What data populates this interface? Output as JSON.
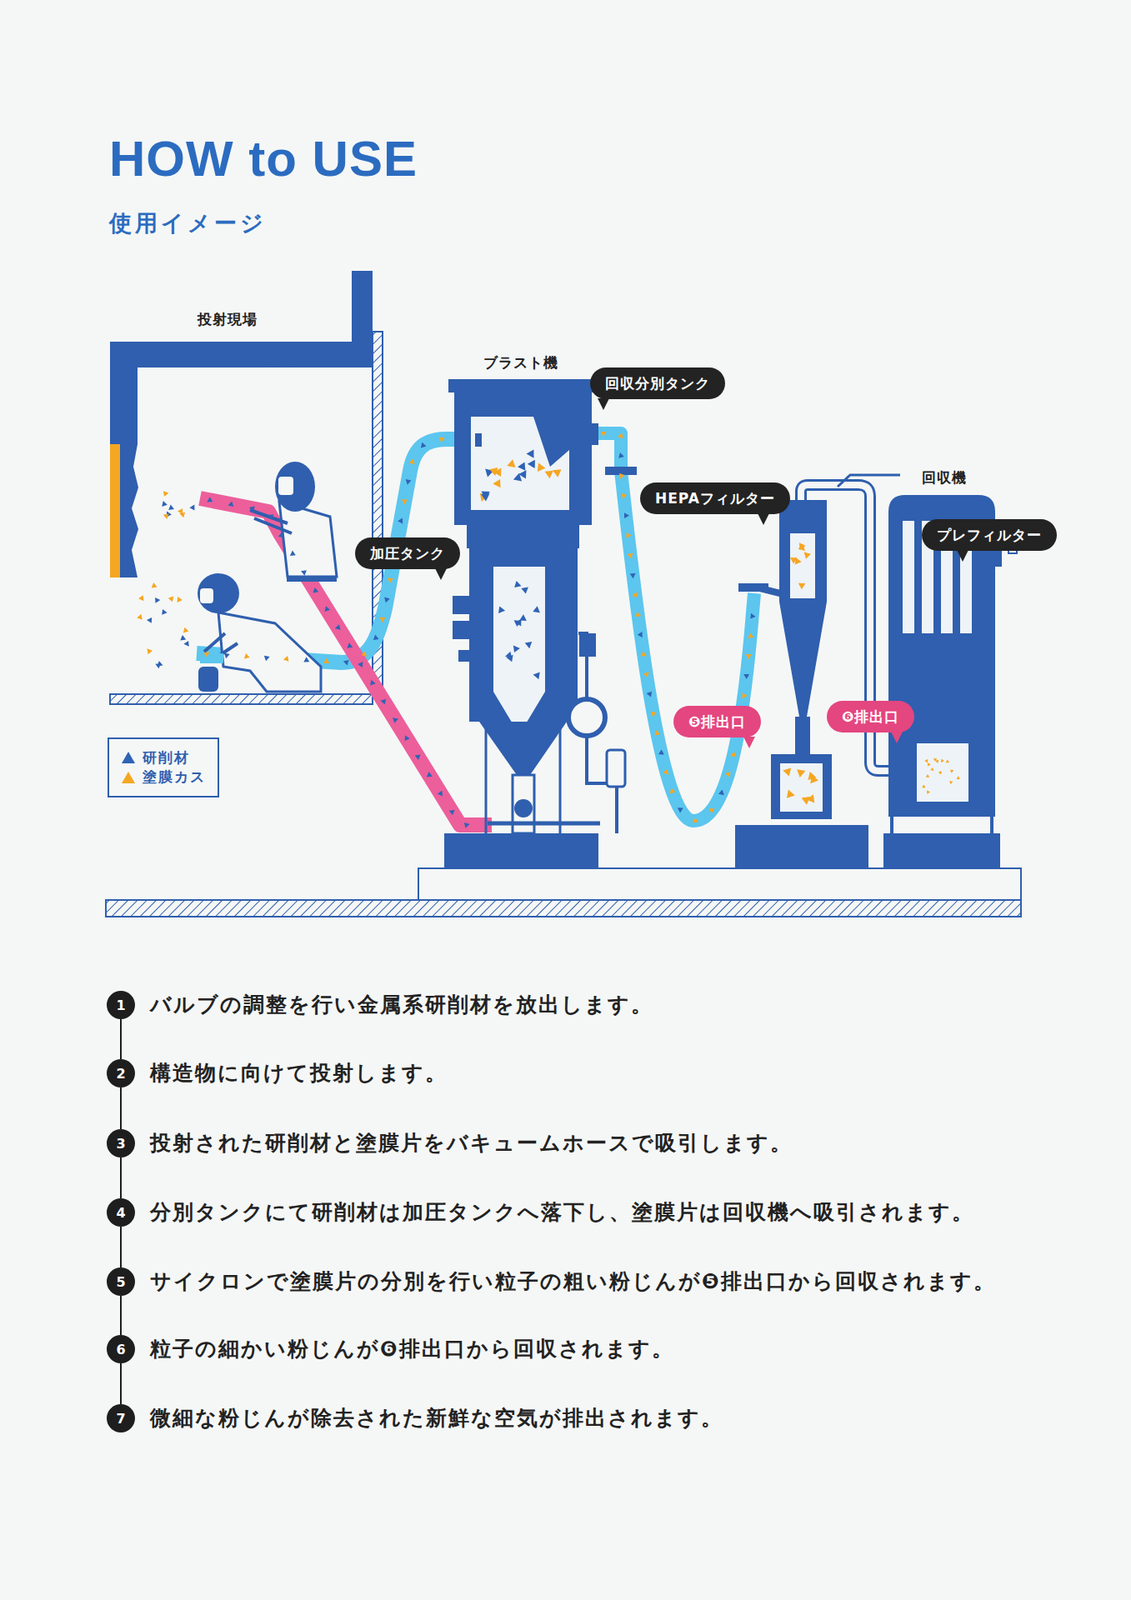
{
  "diagram": {
    "title": "HOW to USE",
    "nodes": [
      {
        "text": [
          "回収分別タンク"
        ]
      },
      {
        "text": [
          "HEPAフィルター"
        ]
      },
      {
        "text": [
          "プレフィルター"
        ]
      },
      {
        "text": [
          "加圧タンク"
        ]
      },
      {
        "text": [
          "❺排出口"
        ]
      },
      {
        "text": [
          "❻排出口"
        ]
      },
      {
        "text": [
          "1",
          "バルブの調整を行い金属系研削材を放出します。"
        ]
      },
      {
        "text": [
          "2",
          "構造物に向けて投射します。"
        ]
      },
      {
        "text": [
          "3",
          "投射された研削材と塗膜片をバキュームホースで吸引します。"
        ]
      },
      {
        "text": [
          "4",
          "分別タンクにて研削材は加圧タンクへ落下し、塗膜片は回収機へ吸引されます。"
        ]
      },
      {
        "text": [
          "5",
          "サイクロンで塗膜片の分別を行い粒子の粗い粉じんが❺排出口から回収されます。"
        ]
      },
      {
        "text": [
          "6",
          "粒子の細かい粉じんが❻排出口から回収されます。"
        ]
      },
      {
        "text": [
          "7",
          "微細な粉じんが除去された新鮮な空気が排出されます。"
        ]
      }
    ],
    "edges": [
      {
        "from": 6,
        "to": 7,
        "arrow": "none"
      },
      {
        "from": 7,
        "to": 8,
        "arrow": "none"
      },
      {
        "from": 8,
        "to": 9,
        "arrow": "none"
      },
      {
        "from": 9,
        "to": 10,
        "arrow": "none"
      },
      {
        "from": 10,
        "to": 11,
        "arrow": "none"
      },
      {
        "from": 11,
        "to": 12,
        "arrow": "none"
      }
    ],
    "labels": [
      "使用イメージ",
      "投射現場",
      "ブラスト機",
      "回収機"
    ],
    "legend": [
      {
        "text": "研削材",
        "color": "#2f63b5"
      },
      {
        "text": "塗膜カス",
        "color": "#f5a623"
      }
    ]
  }
}
